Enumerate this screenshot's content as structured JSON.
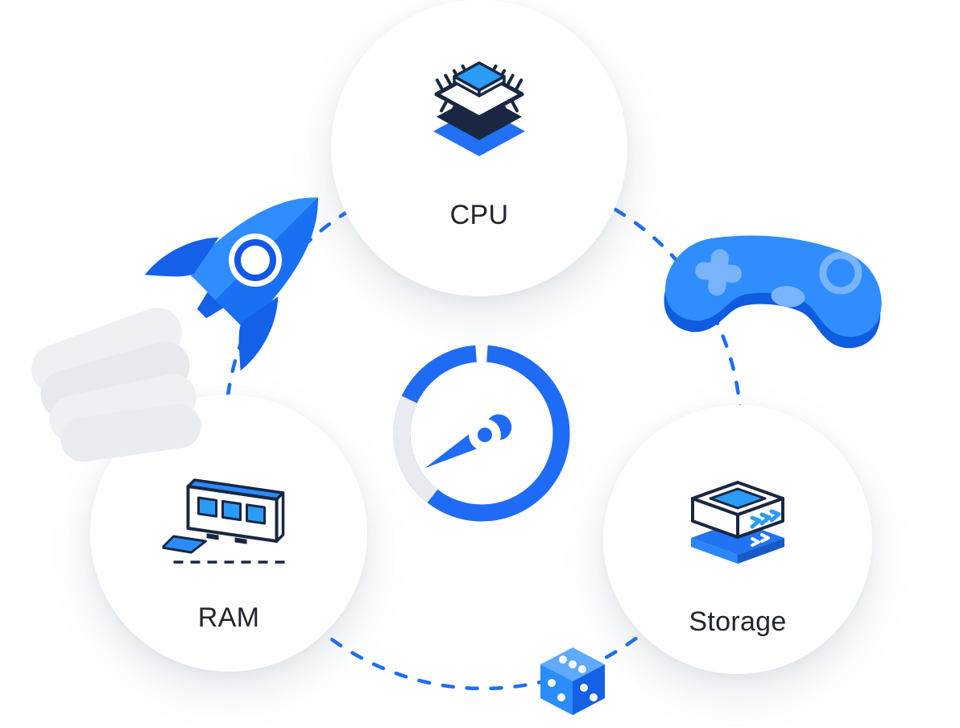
{
  "illustration": {
    "nodes": [
      {
        "id": "cpu",
        "label": "CPU",
        "icon": "cpu-chip-icon"
      },
      {
        "id": "ram",
        "label": "RAM",
        "icon": "ram-module-icon"
      },
      {
        "id": "storage",
        "label": "Storage",
        "icon": "storage-drive-icon"
      }
    ],
    "decorations": [
      "dashed-orbit-ring",
      "rocket-icon",
      "smoke-cloud",
      "gamepad-icon",
      "speed-gauge-icon",
      "dice-icon"
    ],
    "colors": {
      "primary_blue": "#2b8cfe",
      "royal_blue": "#1f6bf6",
      "sky_blue": "#5fa9fe",
      "control_blue": "#79b4fb",
      "outline_navy": "#1a2742",
      "light_gray": "#e8ebef",
      "text_dark": "#20262e",
      "background": "#ffffff"
    }
  }
}
